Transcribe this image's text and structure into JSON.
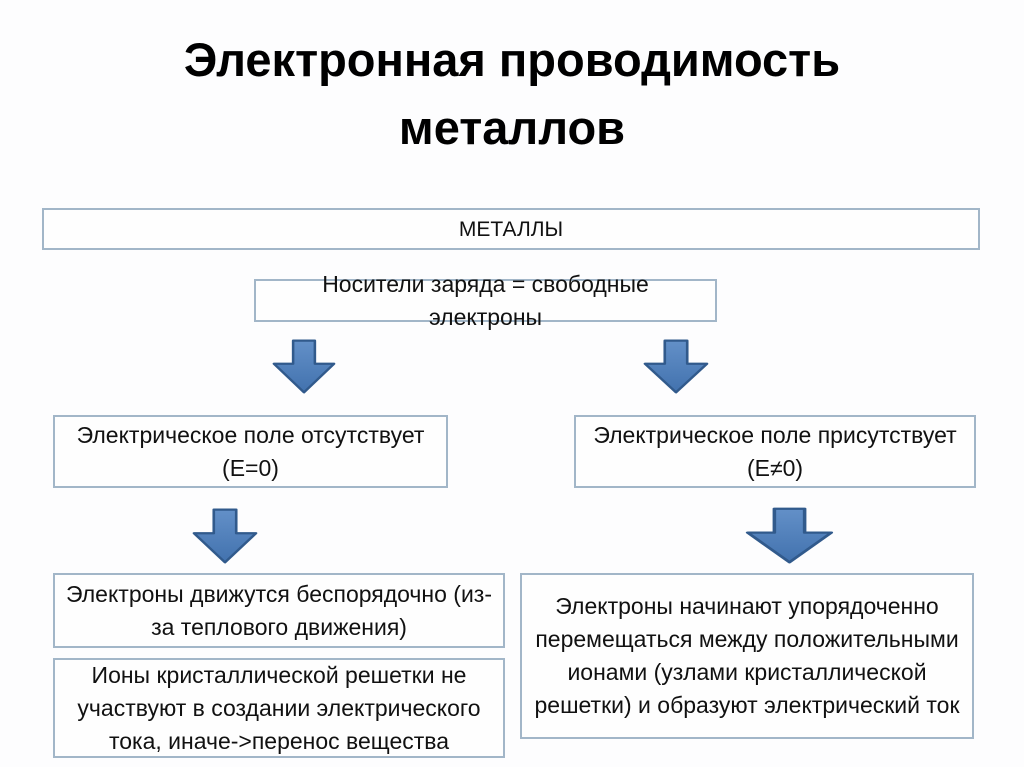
{
  "title": "Электронная проводимость металлов",
  "colors": {
    "background": "#fdfdfe",
    "box_border": "#a2b6c8",
    "text": "#111111",
    "arrow_fill_top": "#6390c8",
    "arrow_fill_bottom": "#4272ae",
    "arrow_stroke": "#315a8c"
  },
  "diagram": {
    "metals_box": "МЕТАЛЛЫ",
    "carriers_box": "Носители заряда = свободные электроны",
    "arrow_icon": "down-block-arrow",
    "left_branch": {
      "field_box": "Электрическое поле отсутствует (Е=0)",
      "result_box_1": "Электроны движутся беспорядочно (из-за теплового движения)",
      "result_box_2": "Ионы кристаллической решетки не участвуют в создании электрического тока, иначе->перенос вещества"
    },
    "right_branch": {
      "field_box": "Электрическое поле присутствует (Е≠0)",
      "result_box": "Электроны начинают упорядоченно перемещаться между положительными ионами (узлами кристаллической решетки) и образуют электрический ток"
    }
  }
}
